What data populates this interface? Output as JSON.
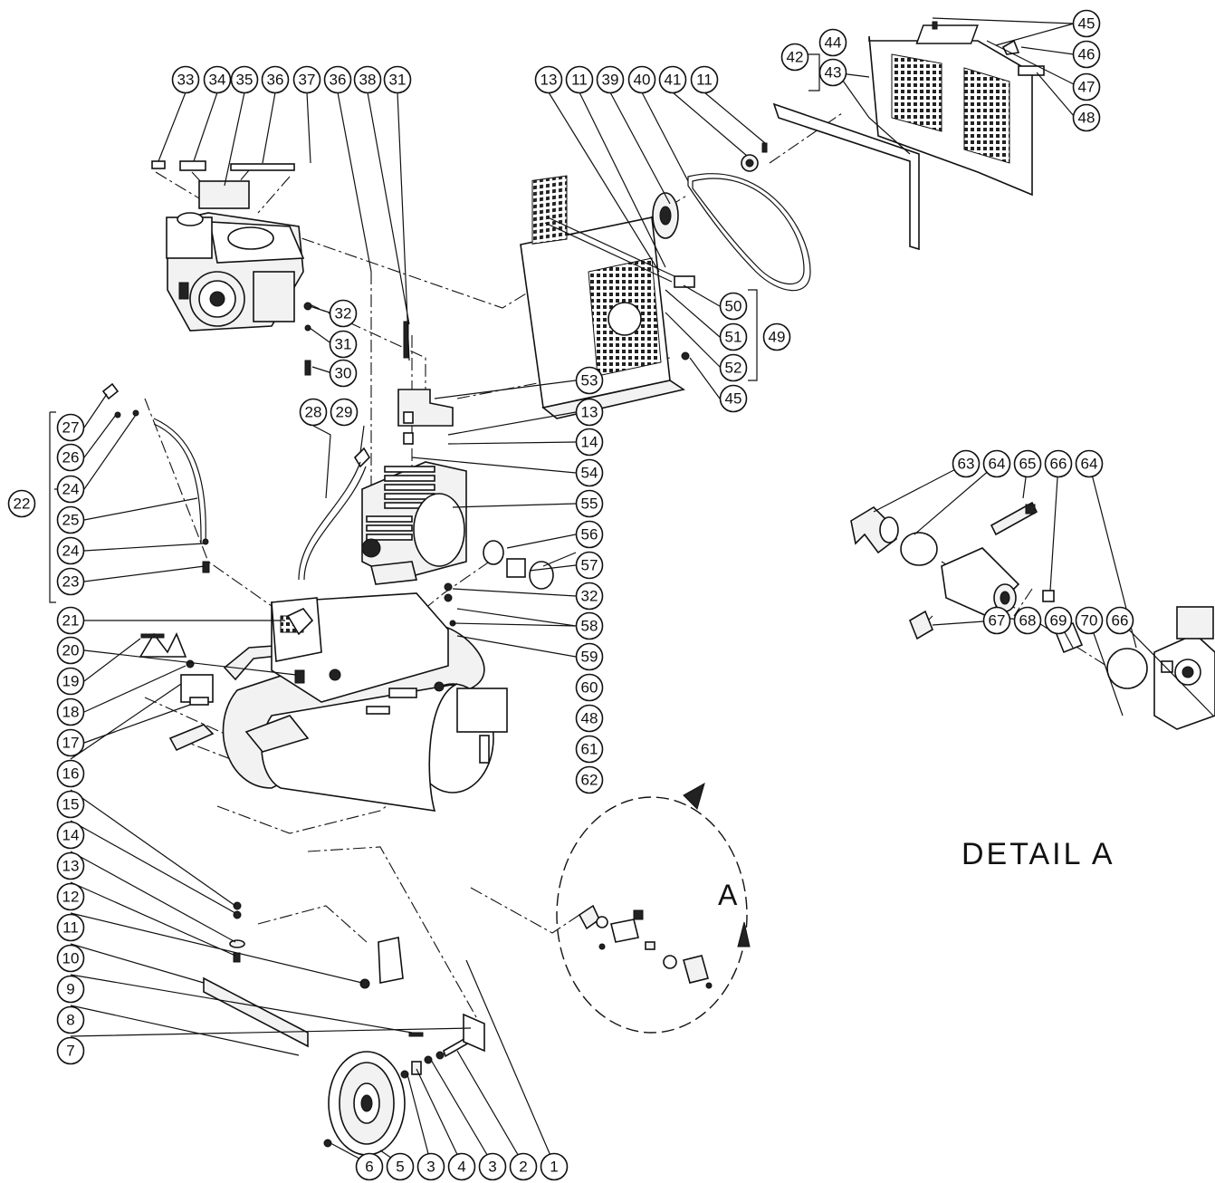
{
  "detail_title": "DETAIL  A",
  "view_letter": "A",
  "callouts": {
    "c33": "33",
    "c34": "34",
    "c35": "35",
    "c36a": "36",
    "c37": "37",
    "c36b": "36",
    "c38": "38",
    "c31a": "31",
    "c32a": "32",
    "c31b": "31",
    "c30": "30",
    "c13a": "13",
    "c11a": "11",
    "c39": "39",
    "c40": "40",
    "c41": "41",
    "c11b": "11",
    "c42": "42",
    "c44": "44",
    "c43": "43",
    "c45a": "45",
    "c46": "46",
    "c47": "47",
    "c48a": "48",
    "c50": "50",
    "c51": "51",
    "c52": "52",
    "c49": "49",
    "c45b": "45",
    "c53": "53",
    "c13b": "13",
    "c14a": "14",
    "c54": "54",
    "c55": "55",
    "c56": "56",
    "c57": "57",
    "c32b": "32",
    "c58": "58",
    "c59": "59",
    "c60": "60",
    "c48b": "48",
    "c61": "61",
    "c62": "62",
    "c28": "28",
    "c29": "29",
    "c27": "27",
    "c26": "26",
    "c24a": "24",
    "c22": "22",
    "c25": "25",
    "c24b": "24",
    "c23": "23",
    "c21": "21",
    "c20": "20",
    "c19": "19",
    "c18": "18",
    "c17": "17",
    "c16": "16",
    "c15": "15",
    "c14b": "14",
    "c13c": "13",
    "c12": "12",
    "c11c": "11",
    "c10": "10",
    "c9": "9",
    "c8": "8",
    "c7": "7",
    "c6": "6",
    "c5": "5",
    "c3a": "3",
    "c4": "4",
    "c3b": "3",
    "c2": "2",
    "c1": "1",
    "c63": "63",
    "c64a": "64",
    "c65": "65",
    "c66a": "66",
    "c64b": "64",
    "c67": "67",
    "c68": "68",
    "c69": "69",
    "c70": "70",
    "c66b": "66"
  }
}
